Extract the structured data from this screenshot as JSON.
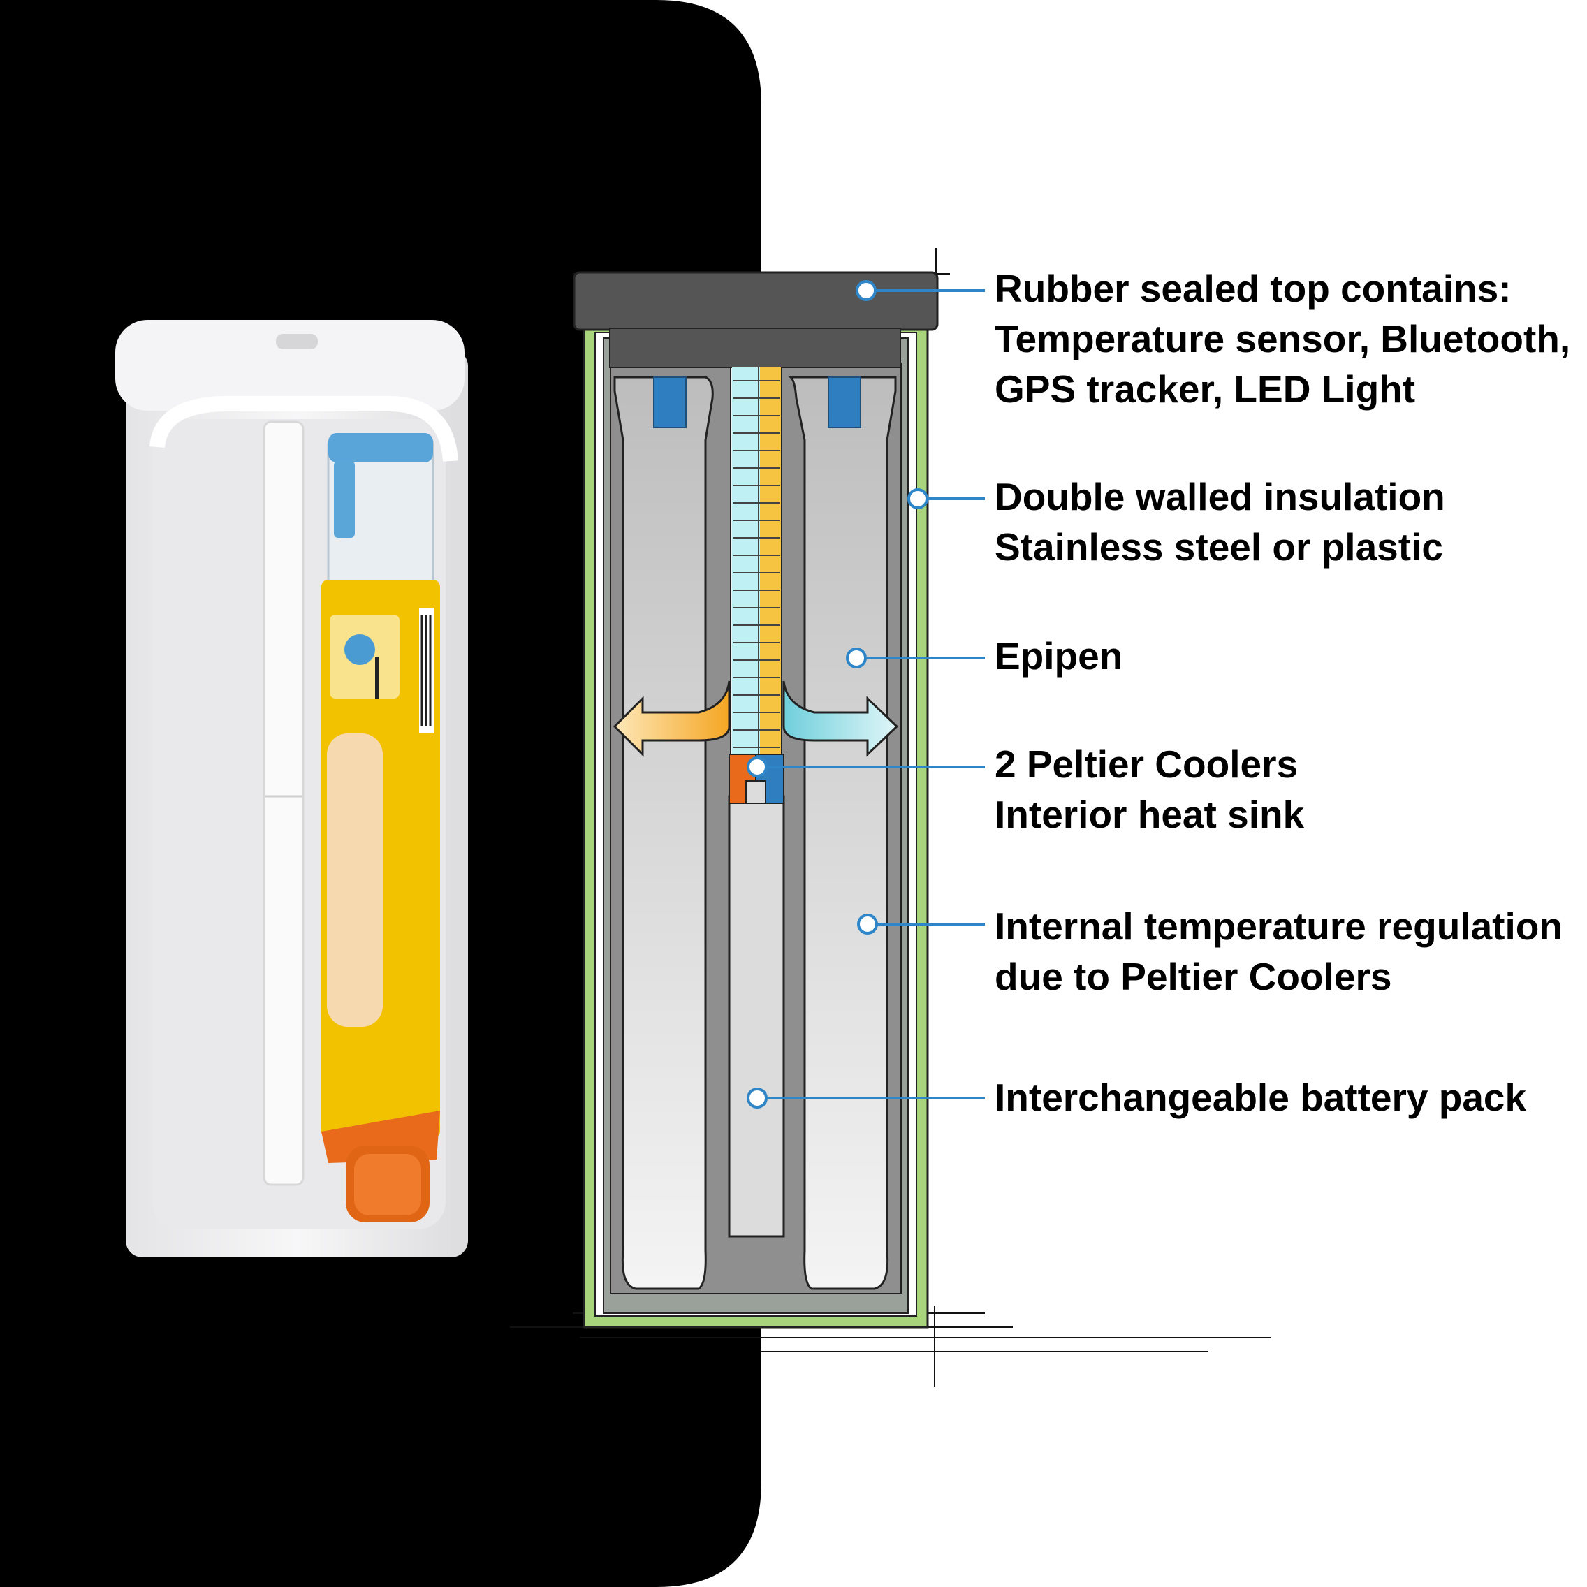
{
  "colors": {
    "background_panel": "#000000",
    "page": "#ffffff",
    "leader_line": "#2e86c8",
    "insulation": "#a8d47c",
    "lid": "#555555",
    "epipen_blue": "#2f7fc0",
    "heat_orange": "#f5a623",
    "cool_cyan": "#7fd6e0",
    "epipen_yellow": "#f2c200",
    "epipen_orange": "#e86a1a"
  },
  "icons": {
    "photo": "epipen-case-photo",
    "cutaway": "carrier-cutaway-drawing",
    "heat_arrow": "heat-arrow-left",
    "cool_arrow": "cool-arrow-right"
  },
  "callouts": [
    {
      "lines": [
        "Rubber sealed top contains:",
        "Temperature sensor, Bluetooth,",
        "GPS tracker, LED Light"
      ]
    },
    {
      "lines": [
        "Double walled insulation",
        "Stainless steel or plastic"
      ]
    },
    {
      "lines": [
        "Epipen"
      ]
    },
    {
      "lines": [
        "2 Peltier Coolers",
        "Interior heat sink"
      ]
    },
    {
      "lines": [
        "Internal temperature regulation",
        "due to Peltier Coolers"
      ]
    },
    {
      "lines": [
        "Interchangeable battery pack"
      ]
    }
  ]
}
